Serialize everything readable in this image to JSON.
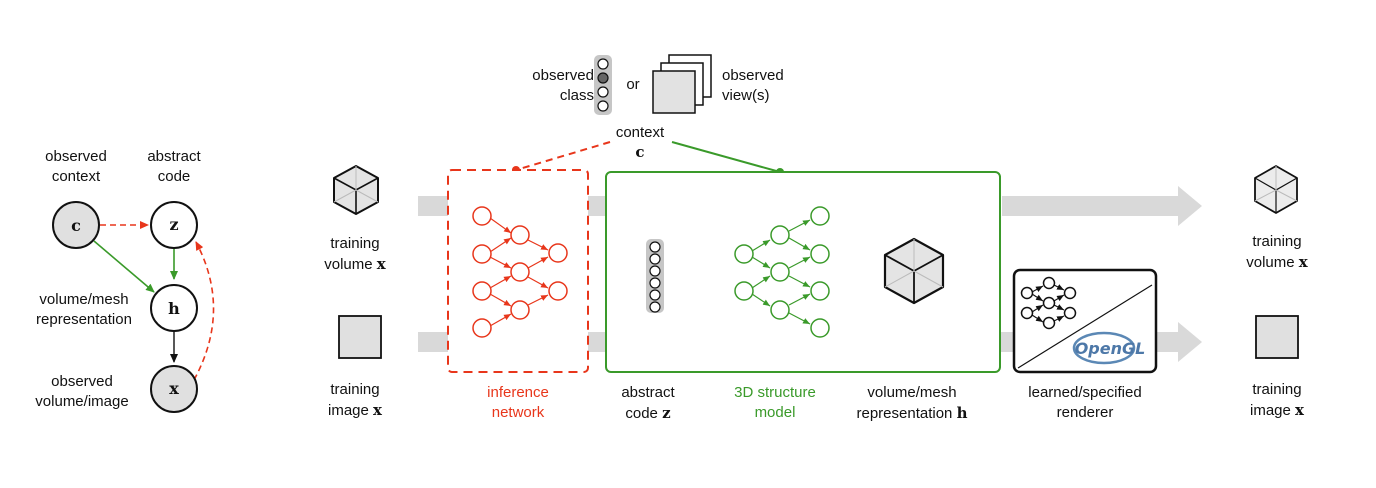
{
  "graphical_model": {
    "label_observed_context": [
      "observed",
      "context"
    ],
    "label_abstract_code": [
      "abstract",
      "code"
    ],
    "label_volume_mesh": [
      "volume/mesh",
      "representation"
    ],
    "label_observed_volume": [
      "observed",
      "volume/image"
    ],
    "node_c": "c",
    "node_z": "z",
    "node_h": "h",
    "node_x": "x"
  },
  "context": {
    "observed_class": [
      "observed",
      "class"
    ],
    "or": "or",
    "observed_views": [
      "observed",
      "view(s)"
    ],
    "context_label": "context",
    "context_symbol": "c"
  },
  "inputs": {
    "training_volume": [
      "training",
      "volume"
    ],
    "training_image": [
      "training",
      "image"
    ],
    "symbol": "x"
  },
  "pipeline": {
    "inference_network": [
      "inference",
      "network"
    ],
    "abstract_code": [
      "abstract",
      "code"
    ],
    "abstract_code_symbol": "z",
    "structure_model": [
      "3D structure",
      "model"
    ],
    "representation": [
      "volume/mesh",
      "representation"
    ],
    "representation_symbol": "h",
    "renderer": [
      "learned/specified",
      "renderer"
    ],
    "opengl_logo": "OpenGL"
  },
  "outputs": {
    "training_volume": [
      "training",
      "volume"
    ],
    "training_image": [
      "training",
      "image"
    ],
    "symbol": "x"
  },
  "colors": {
    "red": "#e8361b",
    "green": "#3a9a2a",
    "gray_arrow": "#d9d9d9",
    "node_fill": "#e0e0e0",
    "opengl_blue": "#5b88b5"
  }
}
